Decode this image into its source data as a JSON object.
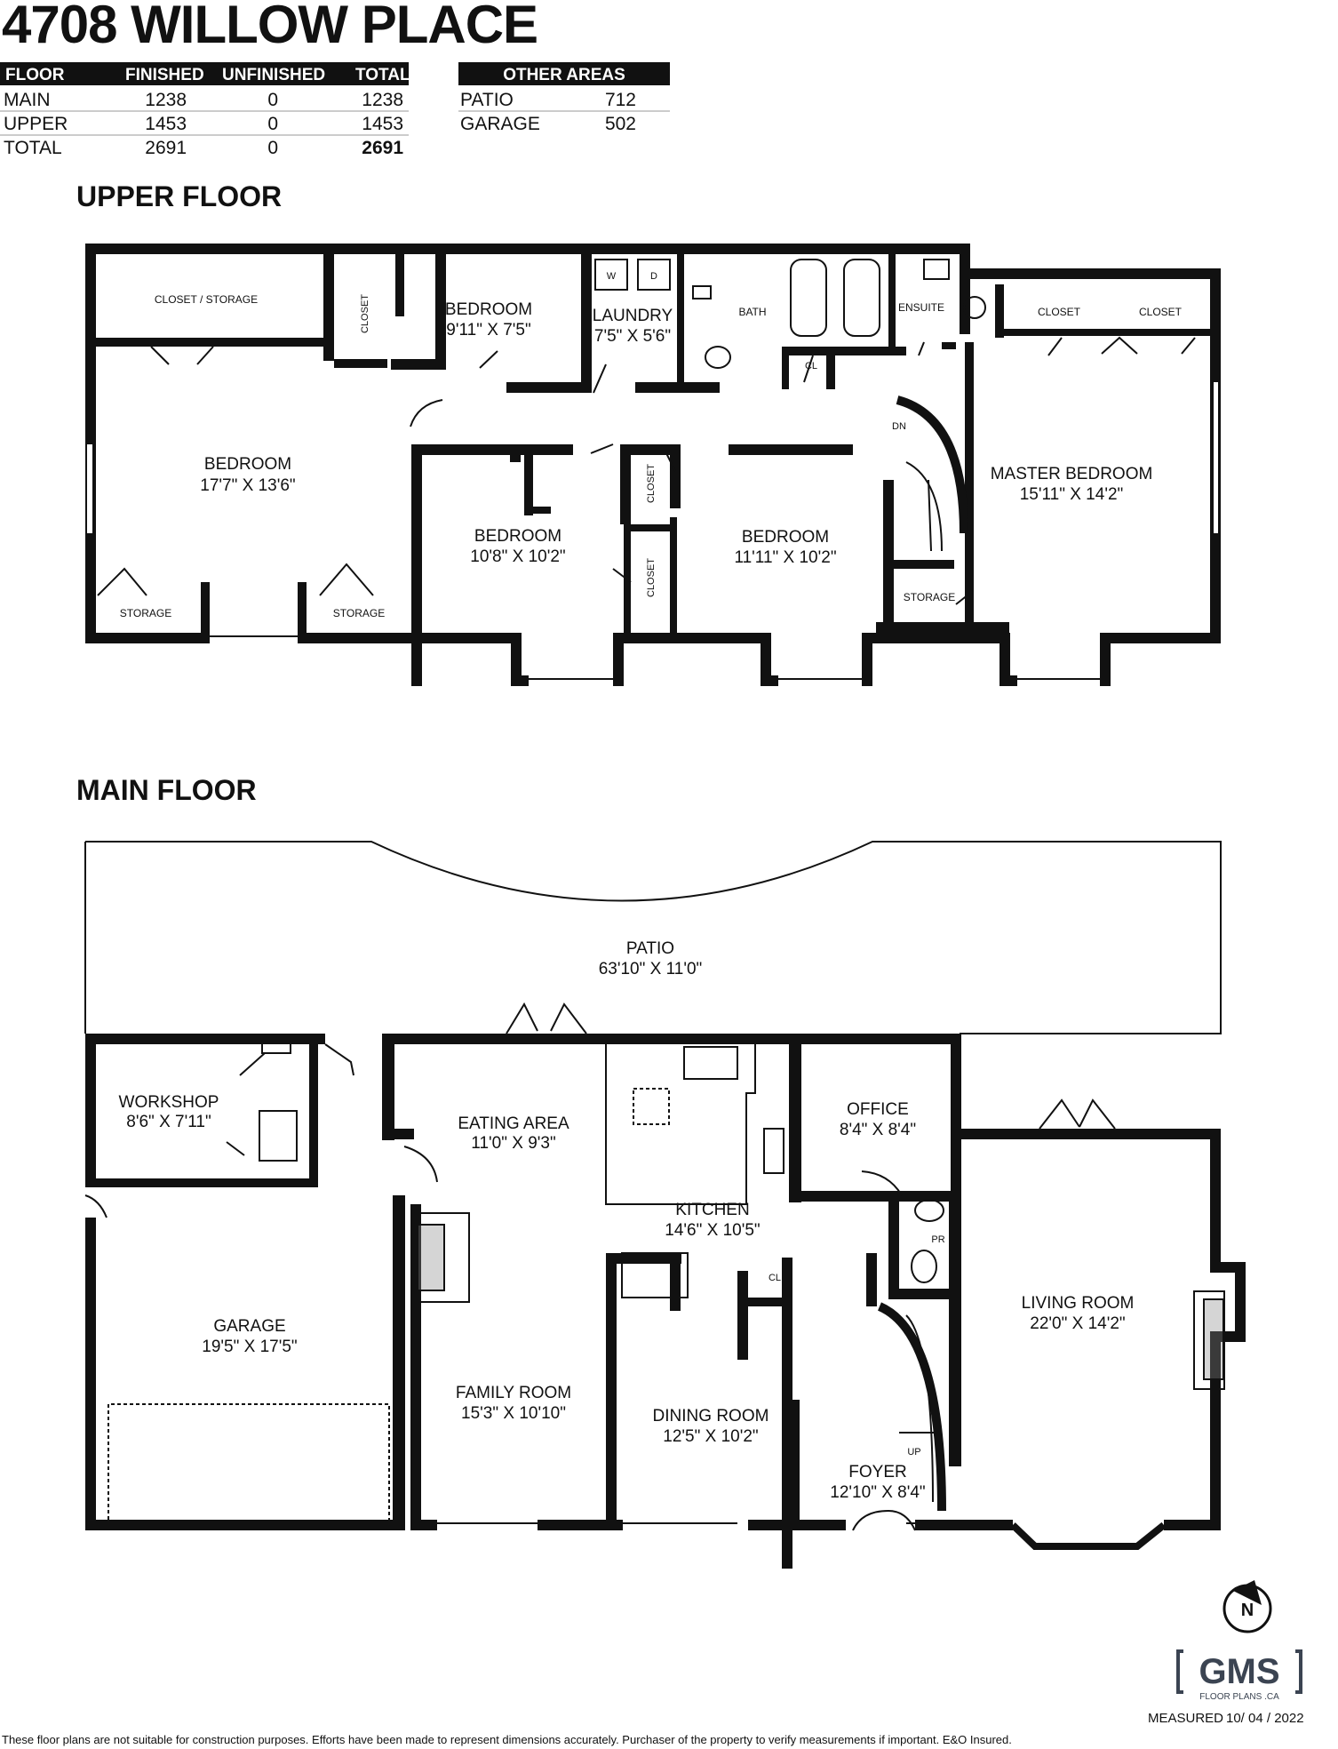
{
  "title": "4708 WILLOW PLACE",
  "area_table": {
    "headers": [
      "FLOOR",
      "FINISHED",
      "UNFINISHED",
      "TOTAL"
    ],
    "rows": [
      [
        "MAIN",
        "1238",
        "0",
        "1238"
      ],
      [
        "UPPER",
        "1453",
        "0",
        "1453"
      ],
      [
        "TOTAL",
        "2691",
        "0",
        "2691"
      ]
    ]
  },
  "other_areas": {
    "header": "OTHER AREAS",
    "rows": [
      [
        "PATIO",
        "712"
      ],
      [
        "GARAGE",
        "502"
      ]
    ]
  },
  "upper_floor": {
    "heading": "UPPER FLOOR",
    "rooms": [
      {
        "id": "closet-storage",
        "name": "CLOSET / STORAGE",
        "size": ""
      },
      {
        "id": "bedroom-nw",
        "name": "BEDROOM",
        "size": "17'7\" X 13'6\""
      },
      {
        "id": "bedroom-small",
        "name": "BEDROOM",
        "size": "9'11\" X 7'5\""
      },
      {
        "id": "laundry",
        "name": "LAUNDRY",
        "size": "7'5\" X 5'6\""
      },
      {
        "id": "bath",
        "name": "BATH",
        "size": ""
      },
      {
        "id": "ensuite",
        "name": "ENSUITE",
        "size": ""
      },
      {
        "id": "bedroom-mid",
        "name": "BEDROOM",
        "size": "10'8\" X 10'2\""
      },
      {
        "id": "bedroom-east",
        "name": "BEDROOM",
        "size": "11'11\" X 10'2\""
      },
      {
        "id": "master-bedroom",
        "name": "MASTER BEDROOM",
        "size": "15'11\" X 14'2\""
      }
    ],
    "labels": {
      "closet": "CLOSET",
      "storage": "STORAGE",
      "cl": "CL",
      "dn": "DN",
      "washer": "W",
      "dryer": "D"
    }
  },
  "main_floor": {
    "heading": "MAIN FLOOR",
    "rooms": [
      {
        "id": "patio",
        "name": "PATIO",
        "size": "63'10\" X 11'0\""
      },
      {
        "id": "workshop",
        "name": "WORKSHOP",
        "size": "8'6\" X 7'11\""
      },
      {
        "id": "garage",
        "name": "GARAGE",
        "size": "19'5\" X 17'5\""
      },
      {
        "id": "eating-area",
        "name": "EATING AREA",
        "size": "11'0\" X 9'3\""
      },
      {
        "id": "kitchen",
        "name": "KITCHEN",
        "size": "14'6\" X 10'5\""
      },
      {
        "id": "office",
        "name": "OFFICE",
        "size": "8'4\" X 8'4\""
      },
      {
        "id": "family-room",
        "name": "FAMILY ROOM",
        "size": "15'3\" X 10'10\""
      },
      {
        "id": "dining-room",
        "name": "DINING ROOM",
        "size": "12'5\" X 10'2\""
      },
      {
        "id": "foyer",
        "name": "FOYER",
        "size": "12'10\" X 8'4\""
      },
      {
        "id": "living-room",
        "name": "LIVING ROOM",
        "size": "22'0\" X 14'2\""
      }
    ],
    "labels": {
      "cl": "CL",
      "pr": "PR",
      "up": "UP"
    }
  },
  "compass": {
    "letter": "N"
  },
  "logo": {
    "main": "GMS",
    "sub": "FLOOR PLANS .CA"
  },
  "measured": {
    "label": "MEASURED",
    "date": "10/ 04 / 2022"
  },
  "footer": "These floor plans are not suitable for construction purposes. Efforts have been made to represent dimensions accurately. Purchaser of the property to verify measurements if important. E&O Insured.",
  "colors": {
    "wall": "#111111",
    "header_fill": "#111111",
    "logo": "#3b4452"
  }
}
